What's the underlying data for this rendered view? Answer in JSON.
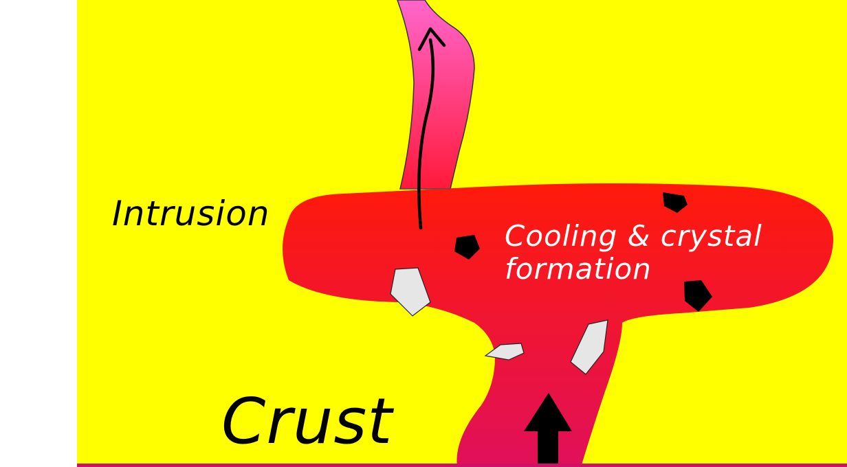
{
  "labels": {
    "intrusion": "Intrusion",
    "cooling_line1": "Cooling & crystal",
    "cooling_line2": "formation",
    "crust": "Crust"
  },
  "colors": {
    "crust_background": "#ffff00",
    "magma_top": "#ff1a0a",
    "magma_bottom": "#e0105a",
    "dike_top": "#ff66cc",
    "dike_bottom": "#ff1a3a",
    "crystal_dark": "#000000",
    "crystal_light": "#e6e6e6",
    "arrow": "#000000"
  }
}
